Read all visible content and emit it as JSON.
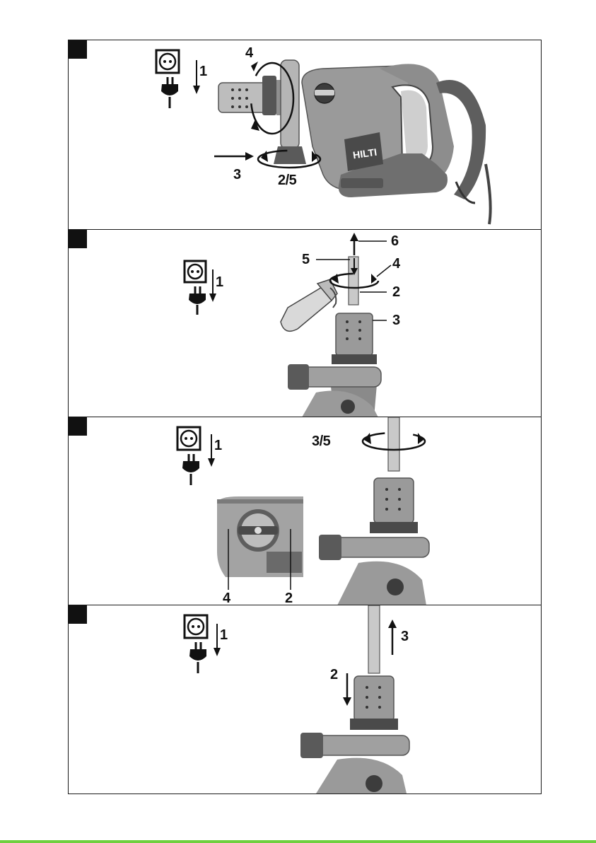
{
  "panels": [
    {
      "id": "1",
      "brand_logo": "HILTI",
      "callouts": {
        "unplug": "1",
        "insert": "3",
        "rotate_handle": "2/5",
        "rotate_collar": "4"
      }
    },
    {
      "id": "2",
      "callouts": {
        "unplug": "1",
        "tool_shank": "2",
        "chuck": "3",
        "twist": "4",
        "lube": "5",
        "remove": "6"
      }
    },
    {
      "id": "3",
      "callouts": {
        "unplug": "1",
        "rotate": "3/5",
        "hammer_mode": "4",
        "chisel_mode": "2"
      }
    },
    {
      "id": "4",
      "callouts": {
        "unplug": "1",
        "retract_sleeve": "2",
        "withdraw_tool": "3"
      }
    }
  ],
  "colors": {
    "ink": "#111111",
    "tool_body": "#9a9a9a",
    "tool_dark": "#4a4a4a",
    "tool_light": "#c9c9c9",
    "accent_bar": "#6fcf3f"
  },
  "icons": [
    "power-socket-icon",
    "power-plug-icon",
    "rotation-arrow-icon",
    "straight-arrow-icon"
  ]
}
